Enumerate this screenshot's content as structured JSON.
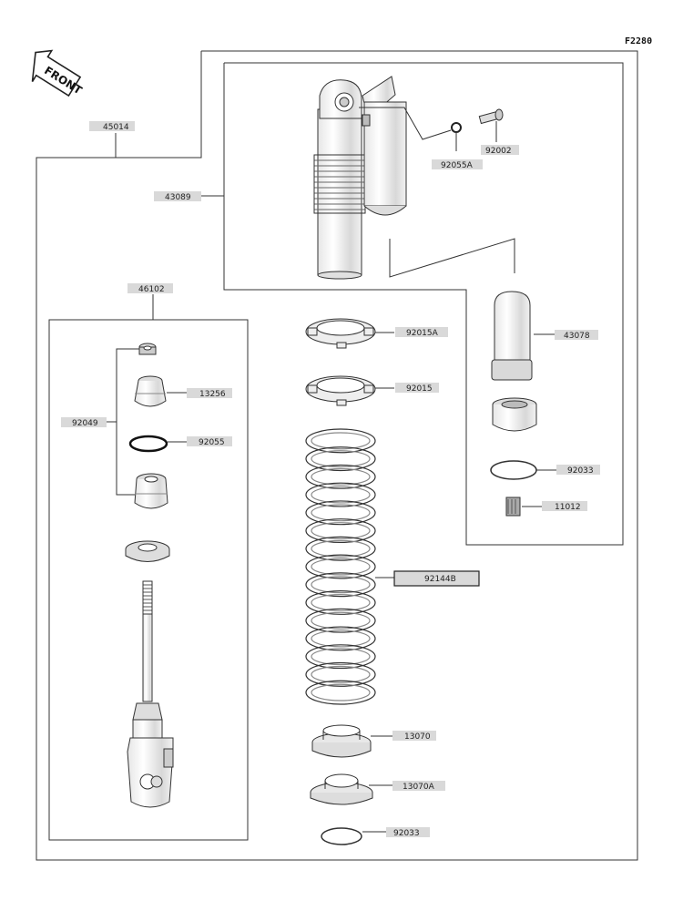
{
  "figure_code": "F2280",
  "front_label": "FRONT",
  "parts": {
    "p45014": "45014",
    "p43089": "43089",
    "p92055A": "92055A",
    "p92002": "92002",
    "p46102": "46102",
    "p92015A": "92015A",
    "p43078": "43078",
    "p13256": "13256",
    "p92049": "92049",
    "p92055": "92055",
    "p92015": "92015",
    "p92033a": "92033",
    "p11012": "11012",
    "p92144B": "92144B",
    "p13070": "13070",
    "p13070A": "13070A",
    "p92033b": "92033"
  }
}
